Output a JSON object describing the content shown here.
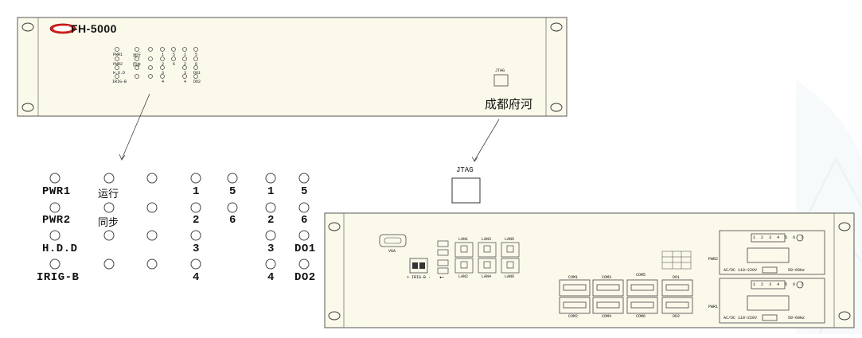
{
  "front_panel": {
    "model": "FH-5000",
    "jtag_label": "JTAG",
    "brand_text": "成都府河",
    "logo_text": "府河",
    "small_led_labels": [
      "PWR1",
      "运行",
      "PWR2",
      "同步",
      "H.D.D",
      "IRIG-B",
      "1",
      "5",
      "2",
      "6",
      "3",
      "4",
      "1",
      "5",
      "2",
      "6",
      "3",
      "DO1",
      "4",
      "DO2"
    ]
  },
  "jtag_detail": {
    "label": "JTAG"
  },
  "led_detail": {
    "col_left_labels": [
      "PWR1",
      "PWR2",
      "H.D.D",
      "IRIG-B"
    ],
    "col_cn_labels": [
      "运行",
      "同步"
    ],
    "col_a_labels": [
      "1",
      "2",
      "3",
      "4"
    ],
    "col_b_labels": [
      "5",
      "6"
    ],
    "col_c_labels": [
      "1",
      "2",
      "3",
      "4"
    ],
    "col_d_labels": [
      "5",
      "6",
      "DO1",
      "DO2"
    ]
  },
  "rear_panel": {
    "vga_label": "VGA",
    "irig_label": "+ IRIG-B -",
    "usb_symbol": "⭠",
    "lan_labels": [
      "LAN1",
      "LAN3",
      "LAN5",
      "LAN2",
      "LAN4",
      "LAN6"
    ],
    "com_labels": [
      "COM1",
      "COM3",
      "COM5",
      "DO1",
      "COM2",
      "COM4",
      "COM6",
      "DO2"
    ],
    "pwr_labels": [
      "PWR2",
      "PWR1"
    ],
    "pwr_terminal_numbers": [
      "1",
      "2",
      "3",
      "4",
      "5",
      "6",
      "7"
    ],
    "pwr_voltage": "AC/DC 110~220V",
    "pwr_freq": "50~60Hz"
  }
}
